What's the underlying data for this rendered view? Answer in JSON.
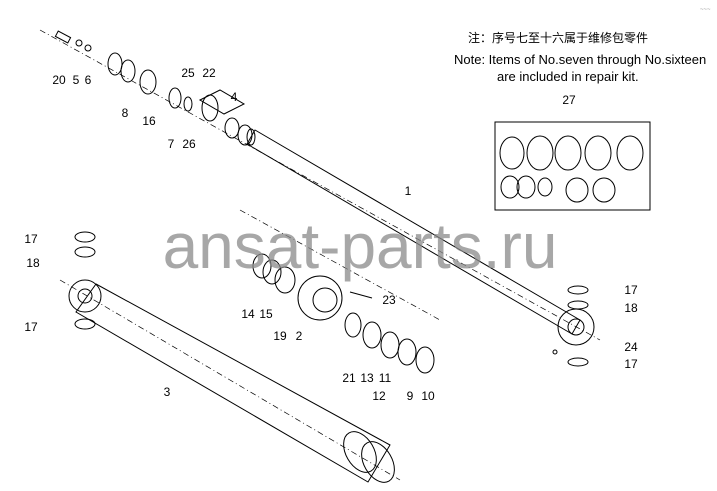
{
  "note": {
    "cn": "注：序号七至十六属于维修包零件",
    "en_line1": "Note: Items of No.seven through No.sixteen",
    "en_line2": "are included in repair kit."
  },
  "corner_mark": "~~~",
  "watermark": "ansat-parts.ru",
  "labels": [
    "20",
    "5",
    "6",
    "8",
    "16",
    "7",
    "26",
    "25",
    "22",
    "4",
    "1",
    "27",
    "17",
    "18",
    "17",
    "3",
    "14",
    "15",
    "19",
    "2",
    "23",
    "21",
    "13",
    "11",
    "12",
    "9",
    "10",
    "17",
    "18",
    "24",
    "17"
  ]
}
